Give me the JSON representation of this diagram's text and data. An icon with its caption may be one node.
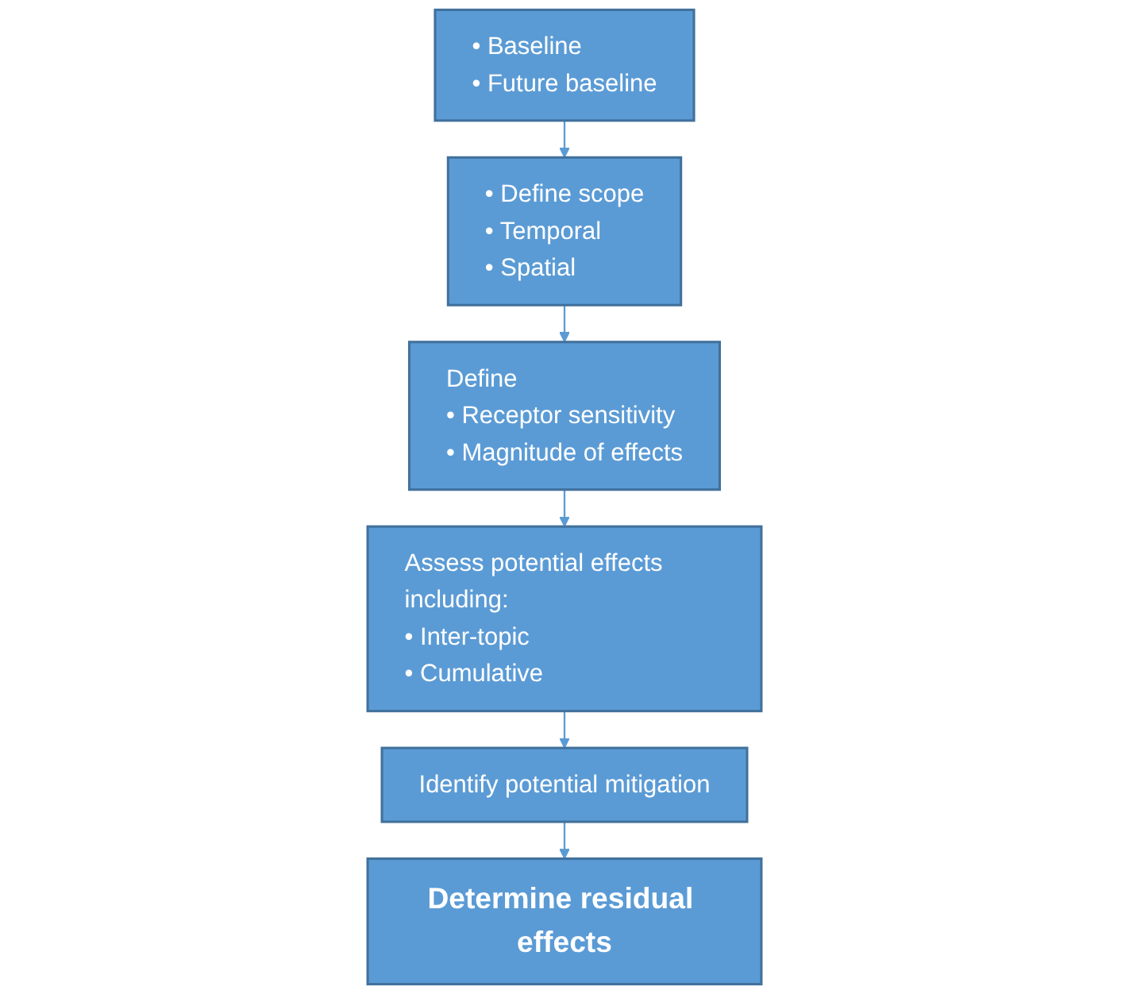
{
  "diagram": {
    "nodes": [
      {
        "text": [
          "• Baseline",
          "• Future baseline"
        ]
      },
      {
        "text": [
          "• Define scope",
          "• Temporal",
          "• Spatial"
        ]
      },
      {
        "text": [
          "Define",
          "• Receptor sensitivity",
          "• Magnitude of effects"
        ]
      },
      {
        "text": [
          "Assess potential effects including:",
          "• Inter-topic",
          "• Cumulative"
        ]
      },
      {
        "text": [
          "Identify potential mitigation"
        ]
      },
      {
        "text": [
          "Determine residual effects"
        ]
      }
    ],
    "edges": [
      {
        "from": 0,
        "to": 1,
        "arrow": "to"
      },
      {
        "from": 1,
        "to": 2,
        "arrow": "to"
      },
      {
        "from": 2,
        "to": 3,
        "arrow": "to"
      },
      {
        "from": 3,
        "to": 4,
        "arrow": "to"
      },
      {
        "from": 4,
        "to": 5,
        "arrow": "to"
      }
    ]
  }
}
